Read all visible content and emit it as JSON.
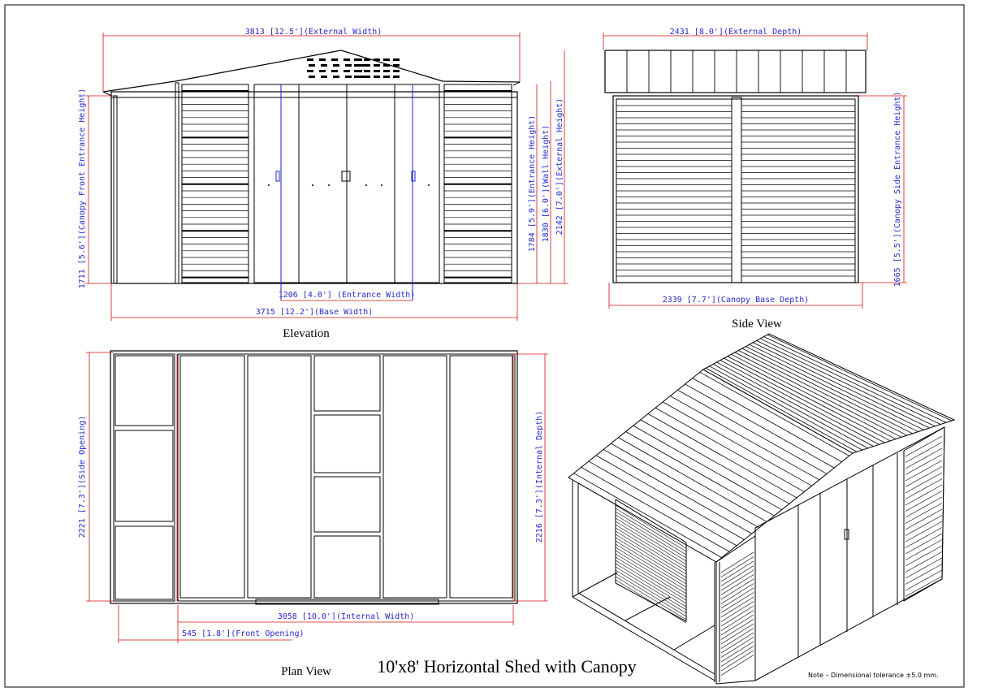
{
  "title": "10'x8'  Horizontal Shed with Canopy",
  "views": {
    "elevation": "Elevation",
    "side": "Side View",
    "plan": "Plan View"
  },
  "note": "Note – Dimensional tolerance  ±5.0 mm.",
  "dims": {
    "external_width": "3813 [12.5'](External Width)",
    "base_width": "3715 [12.2'](Base Width)",
    "entrance_width": "1206 [4.0'] (Entrance Width)",
    "canopy_front_height": "1711 [5.6'](Canopy Front Entrance Height)",
    "entrance_height": "1784 [5.9'](Entrance Height)",
    "wall_height": "1830 [6.0'](Wall Height)",
    "external_height": "2142 [7.0'](External Height)",
    "external_depth": "2431 [8.0'](External Depth)",
    "canopy_base_depth": "2339 [7.7'](Canopy Base Depth)",
    "canopy_side_height": "1665 [5.5'](Canopy Side Entrance Height)",
    "side_opening": "2221 [7.3'](Side Opening)",
    "internal_depth": "2216 [7.3'](Internal Depth)",
    "internal_width": "3058 [10.0'](Internal Width)",
    "front_opening": "545 [1.8'](Front Opening)"
  },
  "colors": {
    "line": "#000000",
    "dimension": "#2a2ad0",
    "edge": "#d01010"
  }
}
